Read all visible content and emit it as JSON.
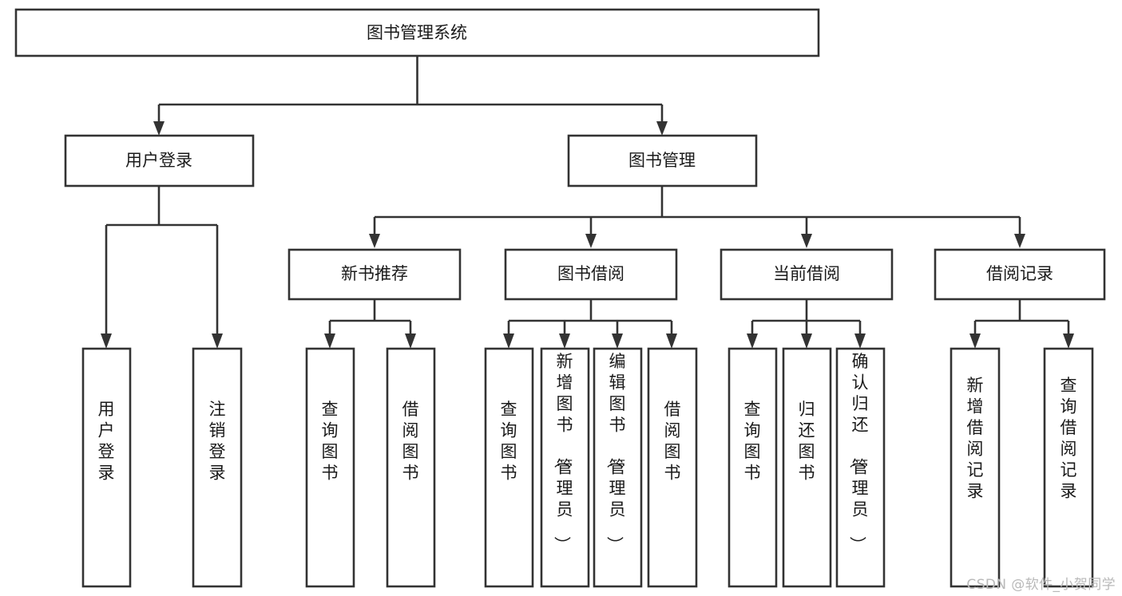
{
  "diagram": {
    "type": "tree-hierarchy-flowchart",
    "title": "图书管理系统",
    "colors": {
      "box_stroke": "#333333",
      "box_fill": "#ffffff",
      "text": "#1a1a1a",
      "background": "#ffffff",
      "watermark": "#b9b9b9"
    },
    "levels": [
      {
        "level": 1,
        "nodes": [
          {
            "id": "root",
            "label": "图书管理系统",
            "orientation": "horizontal"
          }
        ]
      },
      {
        "level": 2,
        "nodes": [
          {
            "id": "login",
            "label": "用户登录",
            "orientation": "horizontal",
            "parent": "root"
          },
          {
            "id": "bookmgmt",
            "label": "图书管理",
            "orientation": "horizontal",
            "parent": "root"
          }
        ]
      },
      {
        "level": 3,
        "nodes": [
          {
            "id": "newbook",
            "label": "新书推荐",
            "orientation": "horizontal",
            "parent": "bookmgmt"
          },
          {
            "id": "borrow",
            "label": "图书借阅",
            "orientation": "horizontal",
            "parent": "bookmgmt"
          },
          {
            "id": "current",
            "label": "当前借阅",
            "orientation": "horizontal",
            "parent": "bookmgmt"
          },
          {
            "id": "records",
            "label": "借阅记录",
            "orientation": "horizontal",
            "parent": "bookmgmt"
          }
        ]
      },
      {
        "level": 4,
        "nodes": [
          {
            "id": "leaf-1",
            "label": "用户登录",
            "orientation": "vertical",
            "parent": "login"
          },
          {
            "id": "leaf-2",
            "label": "注销登录",
            "orientation": "vertical",
            "parent": "login"
          },
          {
            "id": "leaf-3",
            "label": "查询图书",
            "orientation": "vertical",
            "parent": "newbook"
          },
          {
            "id": "leaf-4",
            "label": "借阅图书",
            "orientation": "vertical",
            "parent": "newbook"
          },
          {
            "id": "leaf-5",
            "label": "查询图书",
            "orientation": "vertical",
            "parent": "borrow"
          },
          {
            "id": "leaf-6",
            "label": "新增图书（管理员）",
            "orientation": "vertical",
            "parent": "borrow"
          },
          {
            "id": "leaf-7",
            "label": "编辑图书（管理员）",
            "orientation": "vertical",
            "parent": "borrow"
          },
          {
            "id": "leaf-8",
            "label": "借阅图书",
            "orientation": "vertical",
            "parent": "borrow"
          },
          {
            "id": "leaf-9",
            "label": "查询图书",
            "orientation": "vertical",
            "parent": "current"
          },
          {
            "id": "leaf-10",
            "label": "归还图书",
            "orientation": "vertical",
            "parent": "current"
          },
          {
            "id": "leaf-11",
            "label": "确认归还（管理员）",
            "orientation": "vertical",
            "parent": "current"
          },
          {
            "id": "leaf-12",
            "label": "新增借阅记录",
            "orientation": "vertical",
            "parent": "records"
          },
          {
            "id": "leaf-13",
            "label": "查询借阅记录",
            "orientation": "vertical",
            "parent": "records"
          }
        ]
      }
    ]
  },
  "watermark": {
    "text": "CSDN @软件_小贺同学"
  }
}
